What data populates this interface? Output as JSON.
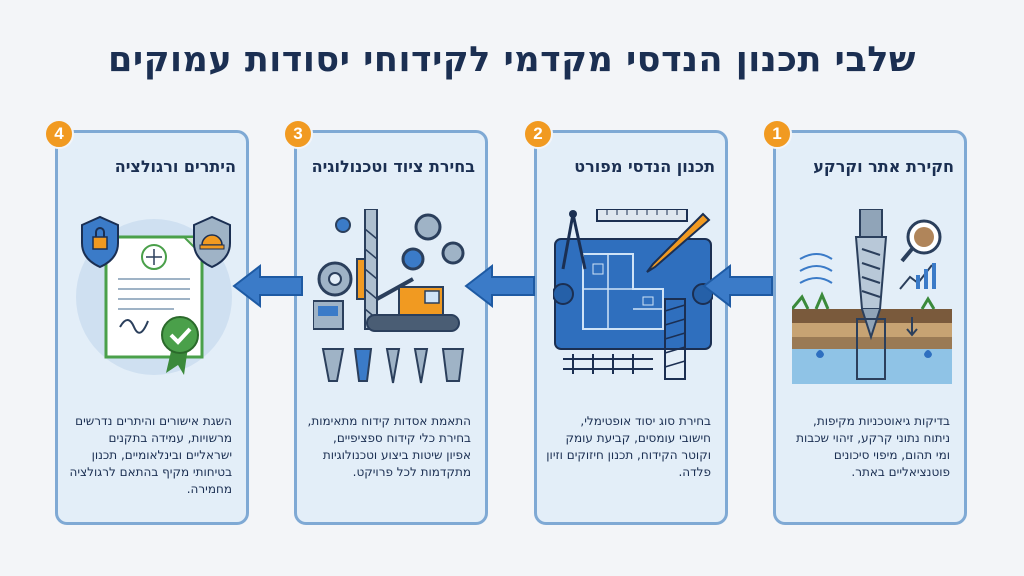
{
  "title": "שלבי תכנון הנדסי מקדמי לקידוחי יסודות עמוקים",
  "colors": {
    "background": "#f3f5f8",
    "card_fill": "#e3eef8",
    "card_border": "#7fa9d4",
    "badge": "#f19a21",
    "arrow": "#3b7bc8",
    "title_text": "#1b2f52"
  },
  "steps": [
    {
      "number": "1",
      "title": "חקירת אתר וקרקע",
      "description": "בדיקות גיאוטכניות מקיפות, ניתוח נתוני קרקע, זיהוי שכבות ומי תהום, מיפוי סיכונים פוטנציאליים באתר.",
      "icon": "soil-drill-icon"
    },
    {
      "number": "2",
      "title": "תכנון הנדסי מפורט",
      "description": "בחירת סוג יסוד אופטימלי, חישובי עומסים, קביעת עומק וקוטר הקידוח, תכנון חיזוקים וזיון פלדה.",
      "icon": "blueprint-icon"
    },
    {
      "number": "3",
      "title": "בחירת ציוד וטכנולוגיה",
      "description": "התאמת אסדות קידוח מתאימות, בחירת כלי קידוח ספציפיים, אפיון שיטות ביצוע וטכנולוגיות מתקדמות לכל פרויקט.",
      "icon": "drilling-rig-icon"
    },
    {
      "number": "4",
      "title": "היתרים ורגולציה",
      "description": "השגת אישורים והיתרים נדרשים מרשויות, עמידה בתקנים ישראליים ובינלאומיים, תכנון בטיחותי מקיף בהתאם לרגולציה מחמירה.",
      "icon": "certificate-icon"
    }
  ]
}
